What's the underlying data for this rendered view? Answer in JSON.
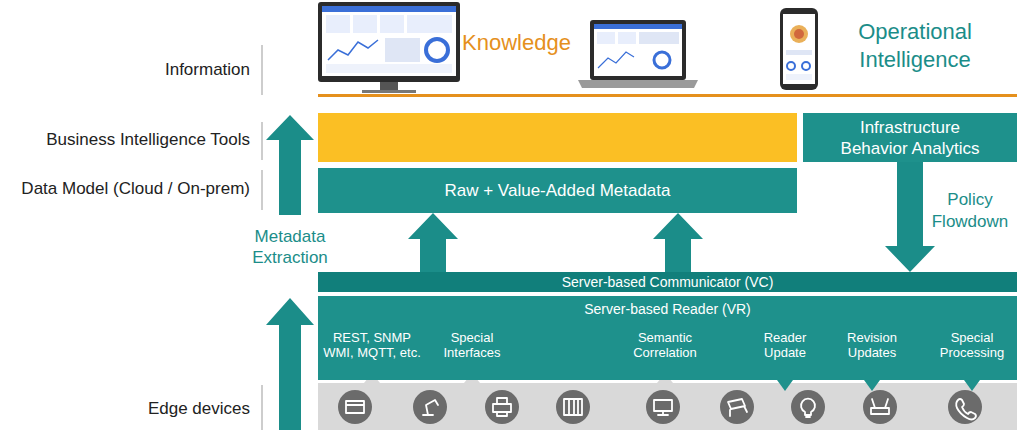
{
  "diagram": {
    "nodes": [
      {
        "text": [
          "Infrastructure Behavior Analytics"
        ]
      },
      {
        "text": [
          "Raw + Value-Added Metadata"
        ]
      },
      {
        "text": [
          "Server-based Communicator (VC)"
        ]
      },
      {
        "text": [
          "Server-based Reader (VR)",
          "REST, SNMP WMI, MQTT, etc.",
          "Special Interfaces",
          "Semantic Correlation",
          "Reader Update",
          "Revision Updates",
          "Special Processing"
        ]
      }
    ],
    "edges": [
      {
        "from": 2,
        "to": 1,
        "arrow": "to"
      },
      {
        "from": 2,
        "to": 1,
        "arrow": "to"
      },
      {
        "from": 0,
        "to": 2,
        "arrow": "to",
        "label": "Policy Flowdown"
      }
    ],
    "labels": [
      "Knowledge",
      "Operational Intelligence",
      "Information",
      "Business Intelligence Tools",
      "Data Model (Cloud / On-prem)",
      "Metadata Extraction",
      "Edge devices"
    ]
  }
}
